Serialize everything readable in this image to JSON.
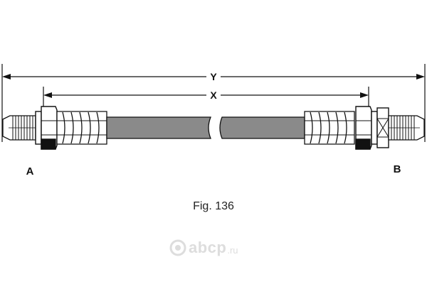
{
  "dimensions": {
    "overall_label": "Y",
    "hose_label": "X"
  },
  "ends": {
    "left_label": "A",
    "right_label": "B"
  },
  "caption": "Fig. 136",
  "watermark": {
    "name": "abcp",
    "tld": ".ru"
  },
  "colors": {
    "line": "#111111",
    "hose_fill": "#8a8a8a",
    "background": "#ffffff",
    "watermark": "#dddddd"
  }
}
